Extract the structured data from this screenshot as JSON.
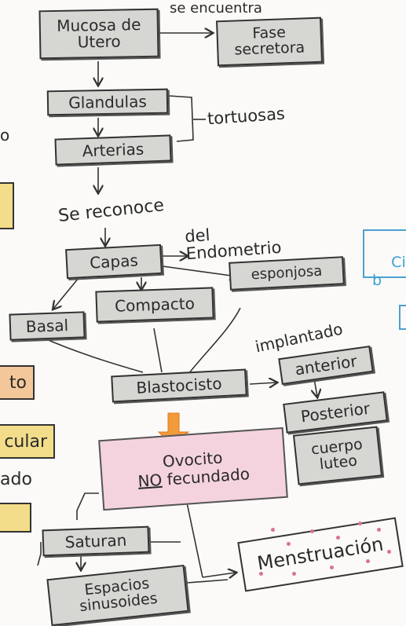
{
  "nodes": {
    "mucosa_utero": "Mucosa de\nUtero",
    "fase_secretora": "Fase\nsecretora",
    "glandulas": "Glandulas",
    "arterias": "Arterias",
    "capas": "Capas",
    "compacto": "Compacto",
    "esponjosa": "esponjosa",
    "basal": "Basal",
    "blastocisto": "Blastocisto",
    "anterior": "anterior",
    "posterior": "Posterior",
    "cuerpo_luteo": "cuerpo\nluteo",
    "ovocito_line1": "Ovocito",
    "ovocito_no": "NO",
    "ovocito_line2": "fecundado",
    "saturan": "Saturan",
    "espacios_sinusoides": "Espacios\nsinusoides",
    "menstruacion": "Menstruación"
  },
  "labels": {
    "se_encuentra": "se encuentra",
    "tortuosas": "tortuosas",
    "se_reconoce": "Se reconoce",
    "del_endometrio": "del\nEndometrio",
    "implantado": "implantado"
  },
  "edge_fragments": {
    "left_o": "o",
    "left_to": "to",
    "left_cular": "cular",
    "left_ado": "ado",
    "right_cito": "Cito\nb"
  },
  "colors": {
    "box_fill": "#d6d6d2",
    "pink_fill": "#f4d3df",
    "arrow_orange": "#f39a3b",
    "yellow_highlight": "#f3dd8a",
    "orange_highlight": "#f4c79b",
    "blue_text": "#3aa0d8"
  }
}
